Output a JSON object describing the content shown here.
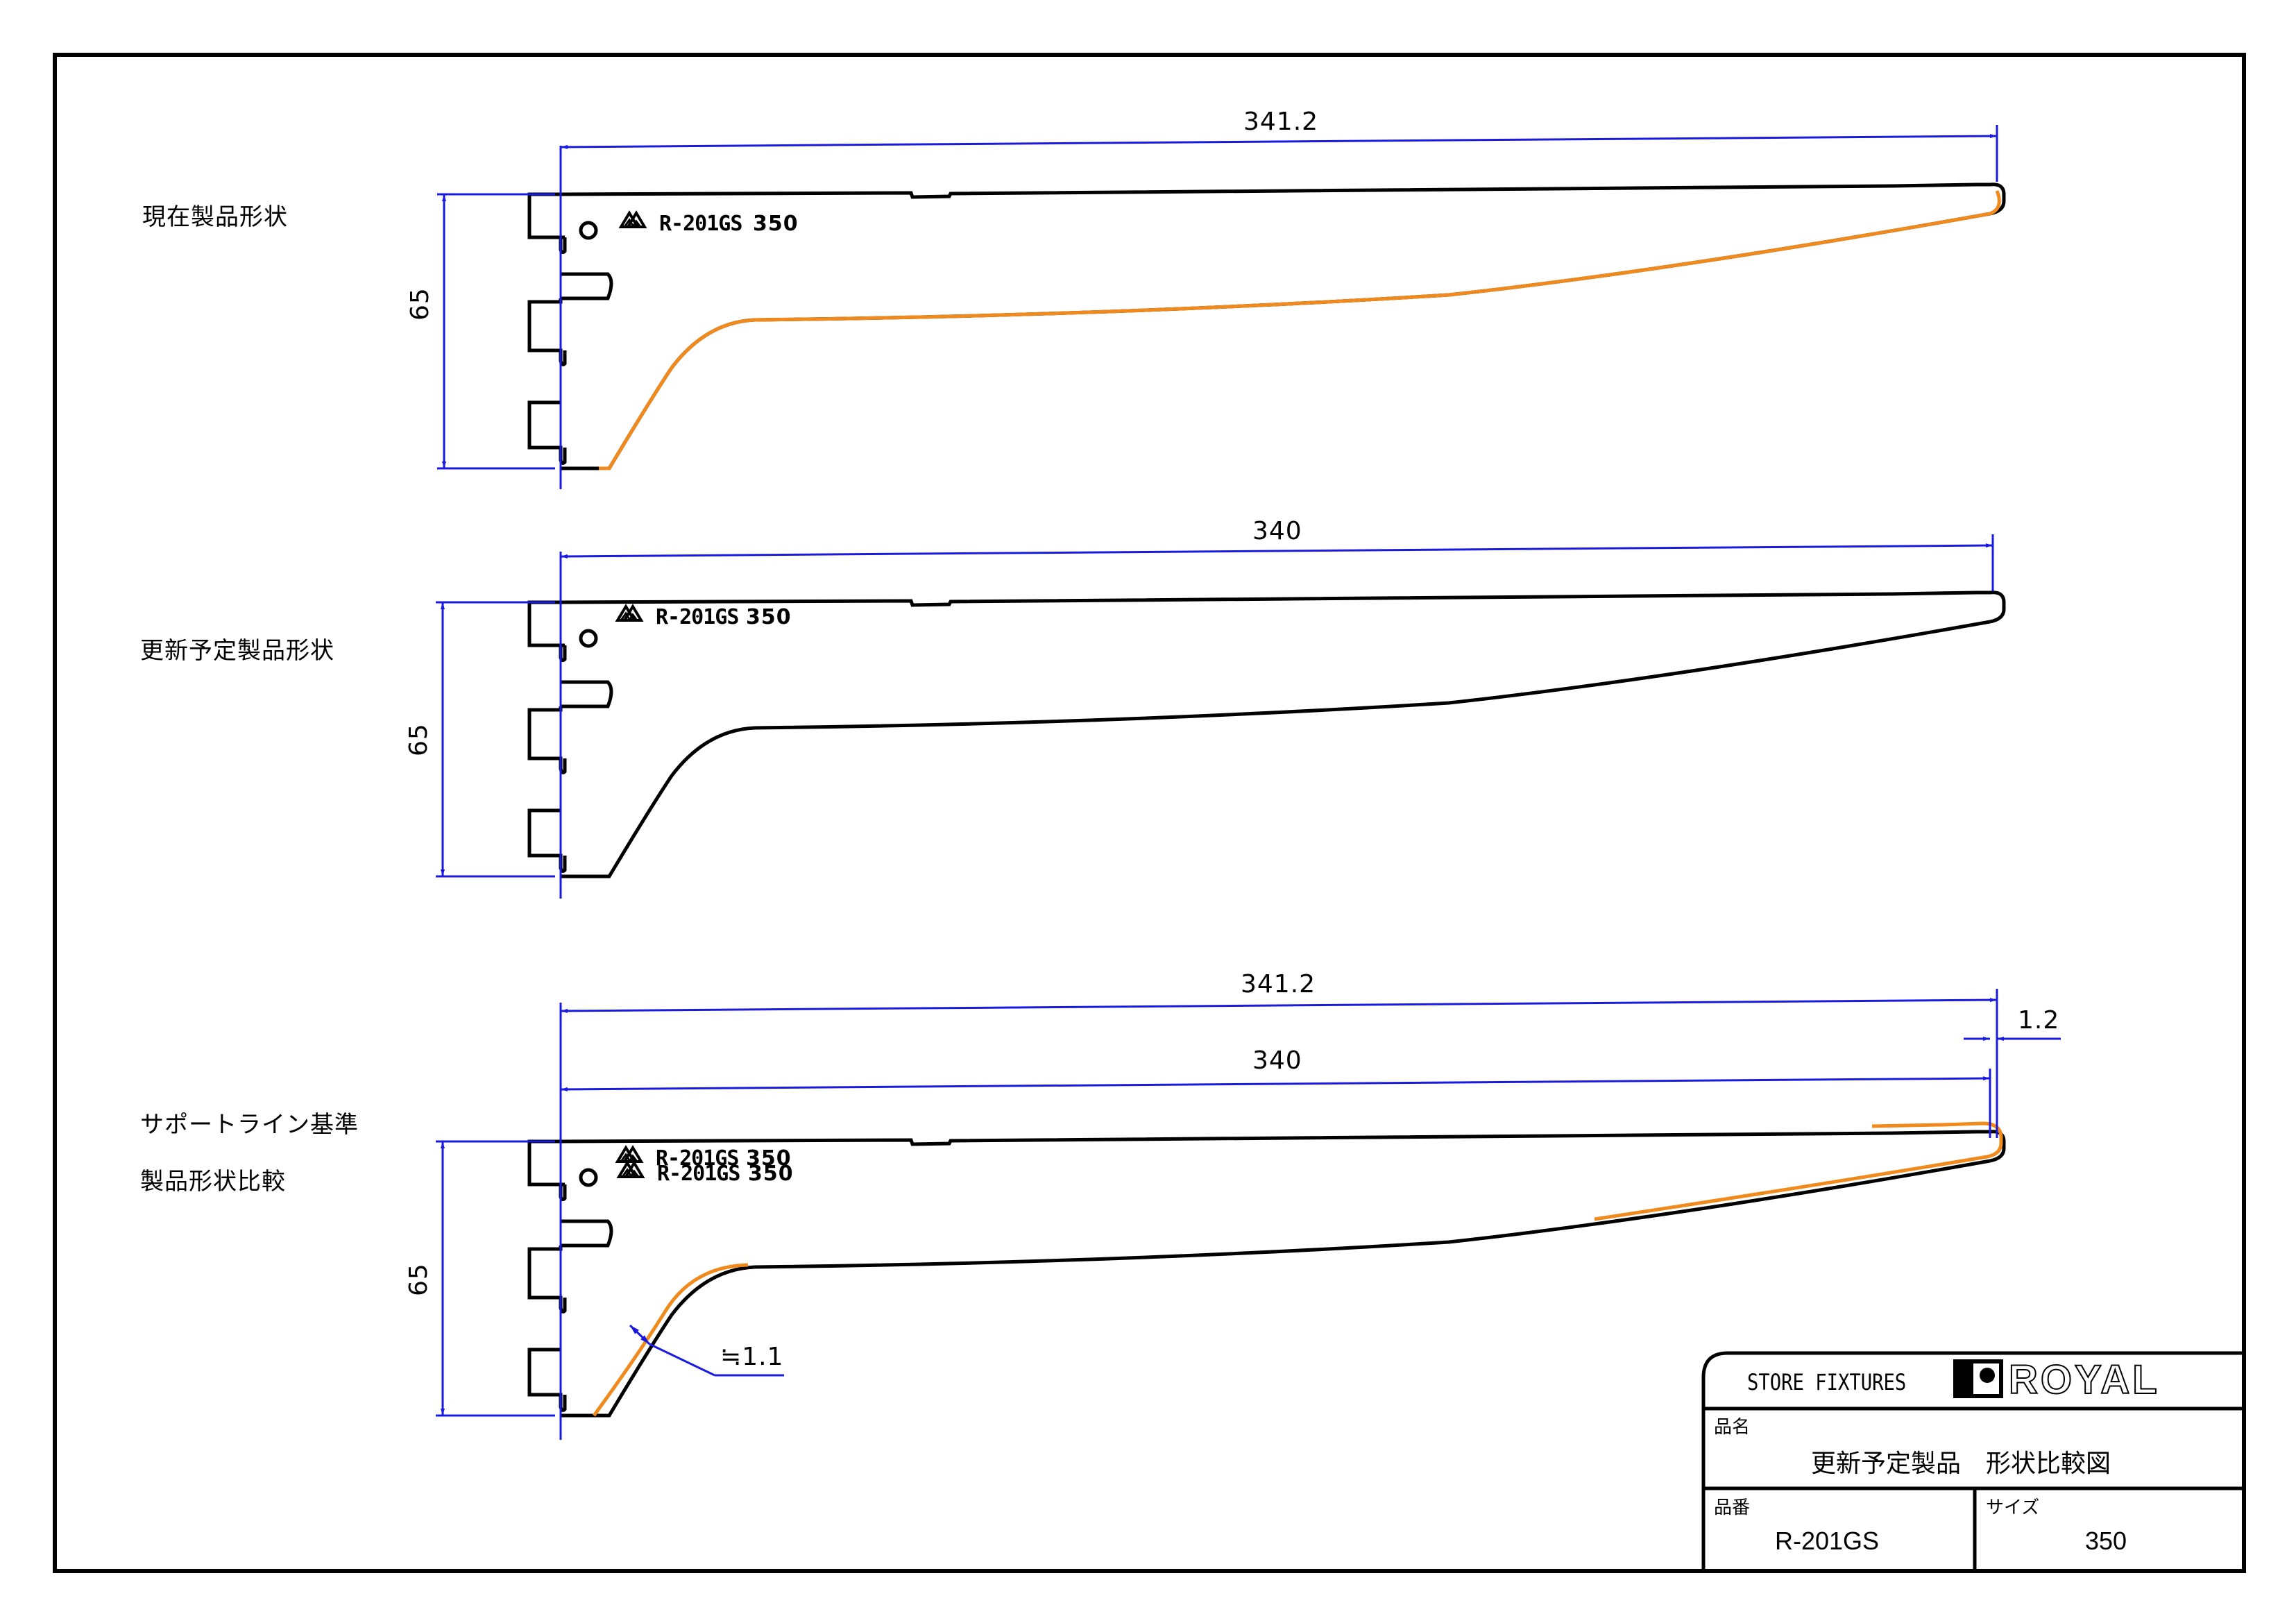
{
  "drawing": {
    "row_labels": {
      "current": "現在製品形状",
      "updated": "更新予定製品形状",
      "compare_line1": "サポートライン基準",
      "compare_line2": "製品形状比較"
    },
    "dimensions": {
      "current_length": "341.2",
      "current_height": "65",
      "updated_length": "340",
      "updated_height": "65",
      "compare_length_a": "341.2",
      "compare_length_b": "340",
      "compare_offset": "1.2",
      "compare_height": "65",
      "compare_thickness": "≒1.1"
    },
    "part_marking": {
      "code": "R-201GS",
      "size": "350"
    },
    "colors": {
      "dimension": "#1a1adf",
      "outline": "#000000",
      "highlight": "#f08a1c"
    }
  },
  "title_block": {
    "store_fixtures": "STORE FIXTURES",
    "logo_text": "ROYAL",
    "name_label": "品名",
    "name_value": "更新予定製品　形状比較図",
    "number_label": "品番",
    "number_value": "R-201GS",
    "size_label": "サイズ",
    "size_value": "350"
  }
}
